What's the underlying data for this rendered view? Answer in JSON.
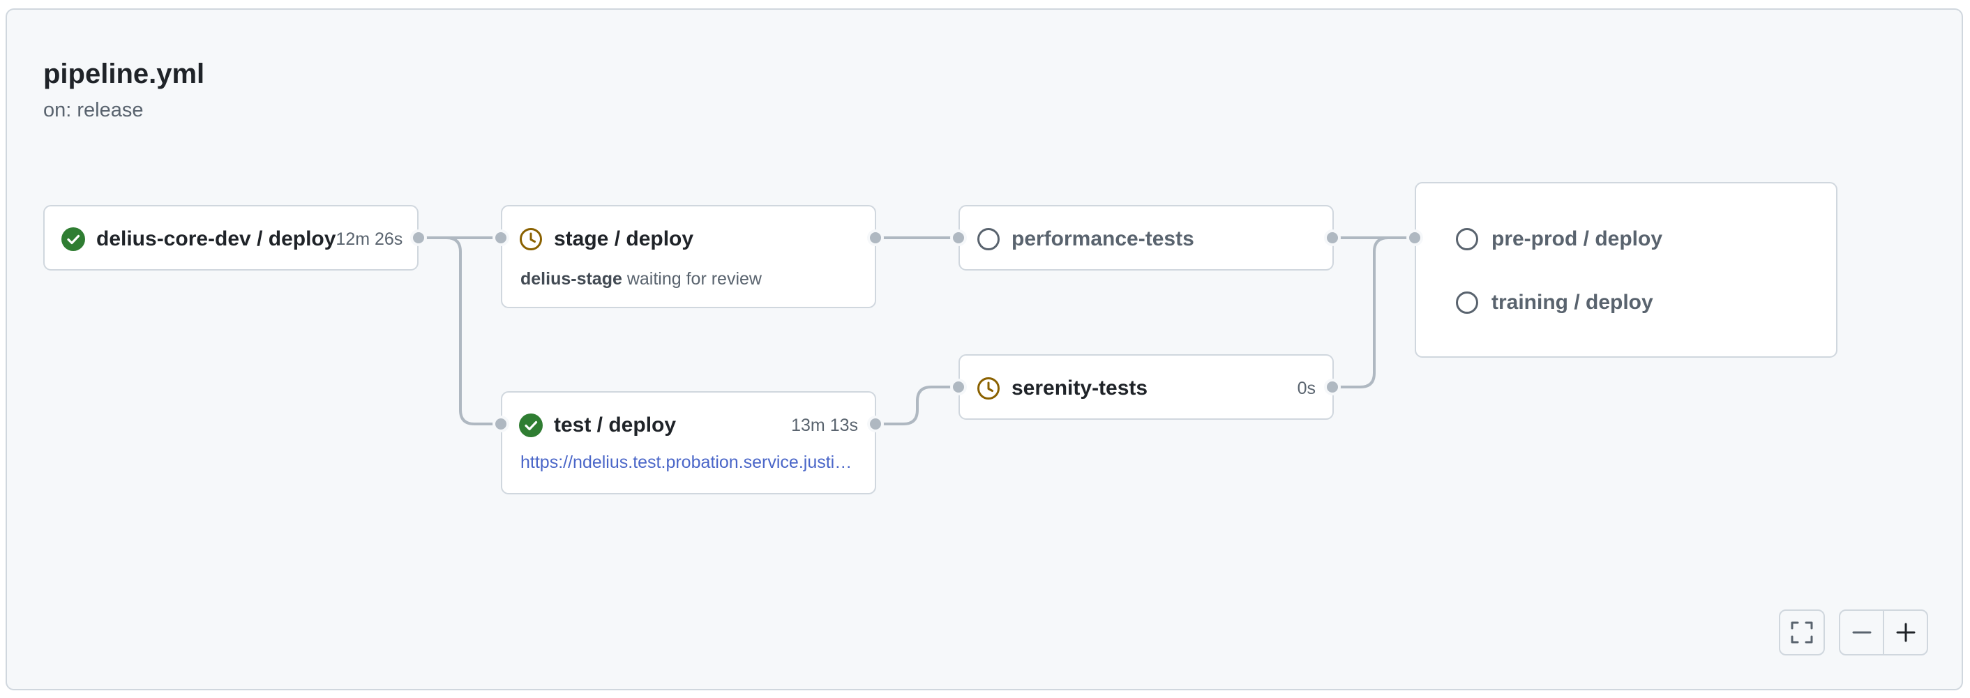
{
  "workflow": {
    "title": "pipeline.yml",
    "trigger": "on: release"
  },
  "jobs": {
    "core": {
      "name": "delius-core-dev / deploy",
      "duration": "12m 26s",
      "status": "success"
    },
    "stage": {
      "name": "stage / deploy",
      "env_name": "delius-stage",
      "env_status": "waiting for review",
      "status": "waiting"
    },
    "perf": {
      "name": "performance-tests",
      "status": "pending"
    },
    "test": {
      "name": "test / deploy",
      "duration": "13m 13s",
      "url": "https://ndelius.test.probation.service.justice.gov.uk",
      "status": "success"
    },
    "serenity": {
      "name": "serenity-tests",
      "duration": "0s",
      "status": "waiting"
    },
    "preprod": {
      "name": "pre-prod / deploy",
      "status": "pending"
    },
    "training": {
      "name": "training / deploy",
      "status": "pending"
    }
  },
  "controls": {
    "fullscreen": "fullscreen-icon",
    "zoom_out": "zoom-out-icon",
    "zoom_in": "zoom-in-icon"
  },
  "colors": {
    "success": "#2f7d32",
    "waiting": "#8a6100",
    "pending": "#59636e",
    "connector": "#afb8c1",
    "link": "#4a66c8"
  }
}
